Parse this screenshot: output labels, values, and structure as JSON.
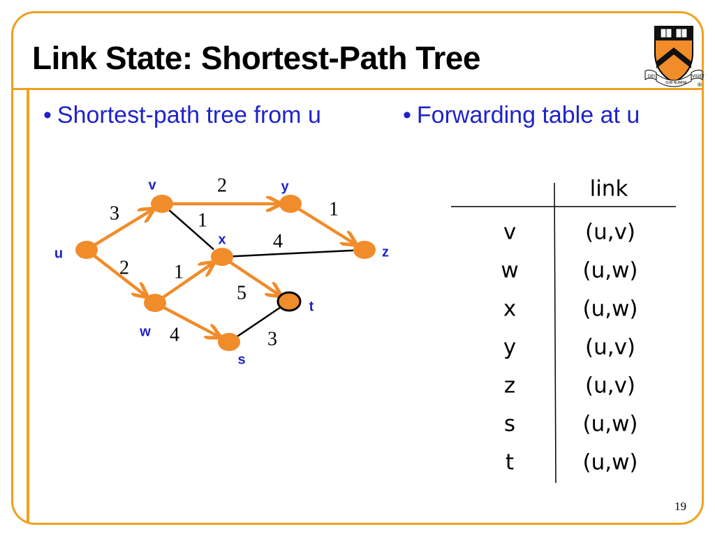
{
  "slide": {
    "title": "Link State: Shortest-Path Tree",
    "bullet_left": "Shortest-path tree from u",
    "bullet_right": "Forwarding table at u",
    "bullet_char": "•",
    "page_number": "19",
    "crest_motto_left": "DEI",
    "crest_motto_mid": "SUB NUMINE",
    "crest_motto_right": "VIGET",
    "crest_mark": "®"
  },
  "colors": {
    "accent_orange": "#f0a020",
    "tree_orange": "#f08c2a",
    "label_blue": "#1f22c8",
    "black": "#000000"
  },
  "graph": {
    "nodes": [
      {
        "id": "u",
        "label": "u"
      },
      {
        "id": "v",
        "label": "v"
      },
      {
        "id": "w",
        "label": "w"
      },
      {
        "id": "x",
        "label": "x"
      },
      {
        "id": "y",
        "label": "y"
      },
      {
        "id": "z",
        "label": "z"
      },
      {
        "id": "s",
        "label": "s"
      },
      {
        "id": "t",
        "label": "t"
      }
    ],
    "edges": [
      {
        "from": "u",
        "to": "v",
        "weight": "3",
        "tree": true
      },
      {
        "from": "u",
        "to": "w",
        "weight": "2",
        "tree": true
      },
      {
        "from": "v",
        "to": "y",
        "weight": "2",
        "tree": true
      },
      {
        "from": "v",
        "to": "x",
        "weight": "1",
        "tree": false
      },
      {
        "from": "y",
        "to": "z",
        "weight": "1",
        "tree": true
      },
      {
        "from": "w",
        "to": "x",
        "weight": "1",
        "tree": true
      },
      {
        "from": "w",
        "to": "s",
        "weight": "4",
        "tree": true
      },
      {
        "from": "x",
        "to": "z",
        "weight": "4",
        "tree": false
      },
      {
        "from": "x",
        "to": "t",
        "weight": "5",
        "tree": true
      },
      {
        "from": "s",
        "to": "t",
        "weight": "3",
        "tree": false
      }
    ]
  },
  "forwarding_table": {
    "column_header": "link",
    "rows": [
      {
        "dest": "v",
        "link": "(u,v)"
      },
      {
        "dest": "w",
        "link": "(u,w)"
      },
      {
        "dest": "x",
        "link": "(u,w)"
      },
      {
        "dest": "y",
        "link": "(u,v)"
      },
      {
        "dest": "z",
        "link": "(u,v)"
      },
      {
        "dest": "s",
        "link": "(u,w)"
      },
      {
        "dest": "t",
        "link": "(u,w)"
      }
    ]
  }
}
